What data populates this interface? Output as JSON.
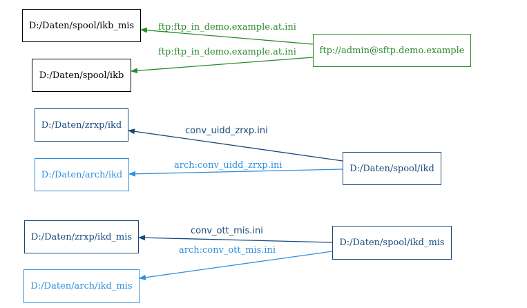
{
  "nodes": {
    "ikb_mis": "D:/Daten/spool/ikb_mis",
    "ikb": "D:/Daten/spool/ikb",
    "sftp": "ftp://admin@sftp.demo.example",
    "zrxp_ikd": "D:/Daten/zrxp/ikd",
    "arch_ikd": "D:/Daten/arch/ikd",
    "spool_ikd": "D:/Daten/spool/ikd",
    "zrxp_ikd_mis": "D:/Daten/zrxp/ikd_mis",
    "spool_ikd_mis": "D:/Daten/spool/ikd_mis",
    "arch_ikd_mis": "D:/Daten/arch/ikd_mis"
  },
  "edges": [
    {
      "from": "sftp",
      "to": "ikb_mis",
      "label": "ftp:ftp_in_demo.example.at.ini",
      "color": "#2a8a2a"
    },
    {
      "from": "sftp",
      "to": "ikb",
      "label": "ftp:ftp_in_demo.example.at.ini",
      "color": "#2a8a2a"
    },
    {
      "from": "spool_ikd",
      "to": "zrxp_ikd",
      "label": "conv_uidd_zrxp.ini",
      "color": "#174a7c"
    },
    {
      "from": "spool_ikd",
      "to": "arch_ikd",
      "label": "arch:conv_uidd_zrxp.ini",
      "color": "#2e8fde"
    },
    {
      "from": "spool_ikd_mis",
      "to": "zrxp_ikd_mis",
      "label": "conv_ott_mis.ini",
      "color": "#174a7c"
    },
    {
      "from": "spool_ikd_mis",
      "to": "arch_ikd_mis",
      "label": "arch:conv_ott_mis.ini",
      "color": "#2e8fde"
    }
  ],
  "colors": {
    "default": "#000000",
    "ftp": "#2a8a2a",
    "conversion": "#174a7c",
    "archive": "#2e8fde"
  }
}
